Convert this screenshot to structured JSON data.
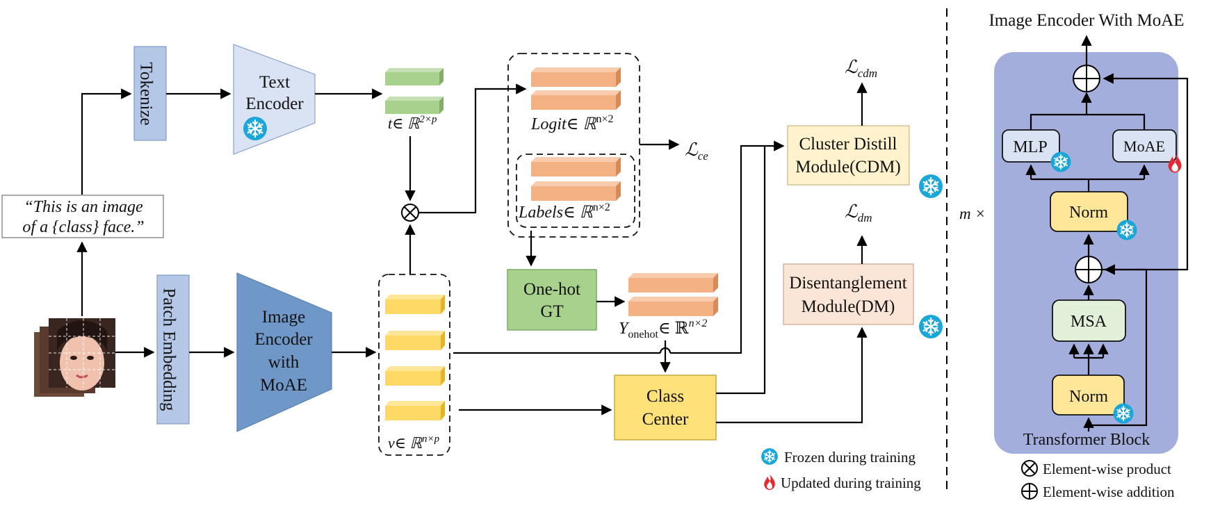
{
  "left": {
    "tokenize": "Tokenize",
    "text_encoder": [
      "Text",
      "Encoder"
    ],
    "prompt": [
      "“This is an image",
      "of a {class} face.”"
    ],
    "patch_embedding": "Patch Embedding",
    "image_encoder": [
      "Image",
      "Encoder",
      "with",
      "MoAE"
    ],
    "t_label": "t∈ ℝ",
    "t_sup": "2×p",
    "v_label": "v∈ ℝ",
    "v_sup": "n×p",
    "logit_label": "Logit∈ ℝ",
    "logit_sup": "n×2",
    "labels_label": "Labels∈ ℝ",
    "labels_sup": "n×2",
    "ce_loss": "ℒ",
    "ce_sub": "ce",
    "onehot": [
      "One-hot",
      "GT"
    ],
    "yonehot_label": "Y",
    "yonehot_sub": "onehot",
    "yonehot_rest": "∈ ℝ",
    "yonehot_sup": "n×2",
    "class_center": [
      "Class",
      "Center"
    ],
    "cdm": [
      "Cluster Distill",
      "Module(CDM)"
    ],
    "cdm_loss": "ℒ",
    "cdm_sub": "cdm",
    "dm": [
      "Disentanglement",
      "Module(DM)"
    ],
    "dm_loss": "ℒ",
    "dm_sub": "dm",
    "legend_frozen": "Frozen during training",
    "legend_updated": "Updated during training"
  },
  "right": {
    "title": "Image Encoder With MoAE",
    "repeat": "m ×",
    "mlp": "MLP",
    "moae": "MoAE",
    "norm_top": "Norm",
    "msa": "MSA",
    "norm_bottom": "Norm",
    "block_label": "Transformer Block",
    "legend_product": "Element-wise product",
    "legend_addition": "Element-wise addition"
  },
  "icons": [
    "snowflake-icon",
    "flame-icon",
    "otimes-icon",
    "oplus-icon",
    "face-image"
  ],
  "colors": {
    "blue_light": "#b4c7e7",
    "blue_dark": "#6f98c9",
    "text_encoder_fill": "#dae3f3",
    "green_token": "#a9d18e",
    "orange_token": "#f4b183",
    "yellow_token": "#ffd966",
    "onehot_fill": "#a9d18e",
    "class_center_fill": "#ffe17a",
    "cdm_fill": "#fff2cc",
    "dm_fill": "#fbe5d6",
    "block_bg": "#a4aedd",
    "norm_fill": "#ffe699",
    "mlp_fill": "#dae3f3",
    "msa_fill": "#e2f0d9",
    "snow": "#1ba6d9",
    "flame": "#e8262d"
  }
}
